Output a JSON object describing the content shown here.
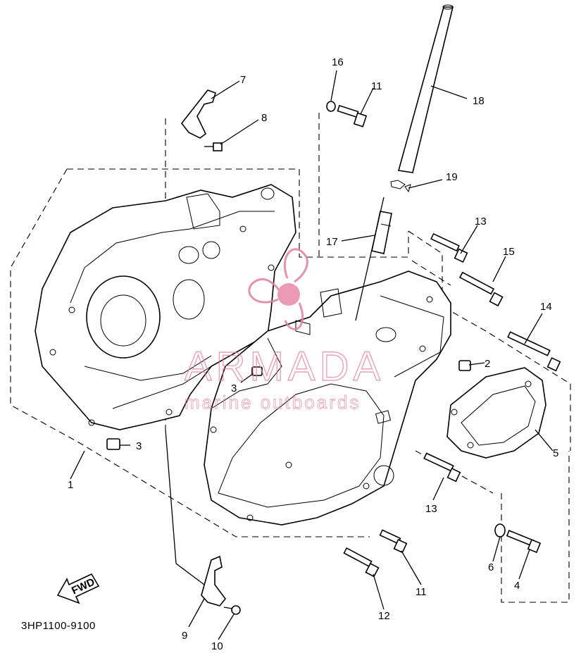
{
  "diagram": {
    "part_code": "3HP1100-9100",
    "fwd_label": "FWD",
    "watermark": {
      "brand": "ARMADA",
      "tagline": "marine outboards",
      "color": "#e07fa0"
    },
    "callouts": [
      {
        "id": "c1",
        "text": "1"
      },
      {
        "id": "c2",
        "text": "2"
      },
      {
        "id": "c3a",
        "text": "3"
      },
      {
        "id": "c3b",
        "text": "3"
      },
      {
        "id": "c4",
        "text": "4"
      },
      {
        "id": "c5",
        "text": "5"
      },
      {
        "id": "c6",
        "text": "6"
      },
      {
        "id": "c7",
        "text": "7"
      },
      {
        "id": "c8",
        "text": "8"
      },
      {
        "id": "c9",
        "text": "9"
      },
      {
        "id": "c10",
        "text": "10"
      },
      {
        "id": "c11a",
        "text": "11"
      },
      {
        "id": "c11b",
        "text": "11"
      },
      {
        "id": "c12",
        "text": "12"
      },
      {
        "id": "c13a",
        "text": "13"
      },
      {
        "id": "c13b",
        "text": "13"
      },
      {
        "id": "c14",
        "text": "14"
      },
      {
        "id": "c15",
        "text": "15"
      },
      {
        "id": "c16",
        "text": "16"
      },
      {
        "id": "c17",
        "text": "17"
      },
      {
        "id": "c18",
        "text": "18"
      },
      {
        "id": "c19",
        "text": "19"
      }
    ]
  }
}
